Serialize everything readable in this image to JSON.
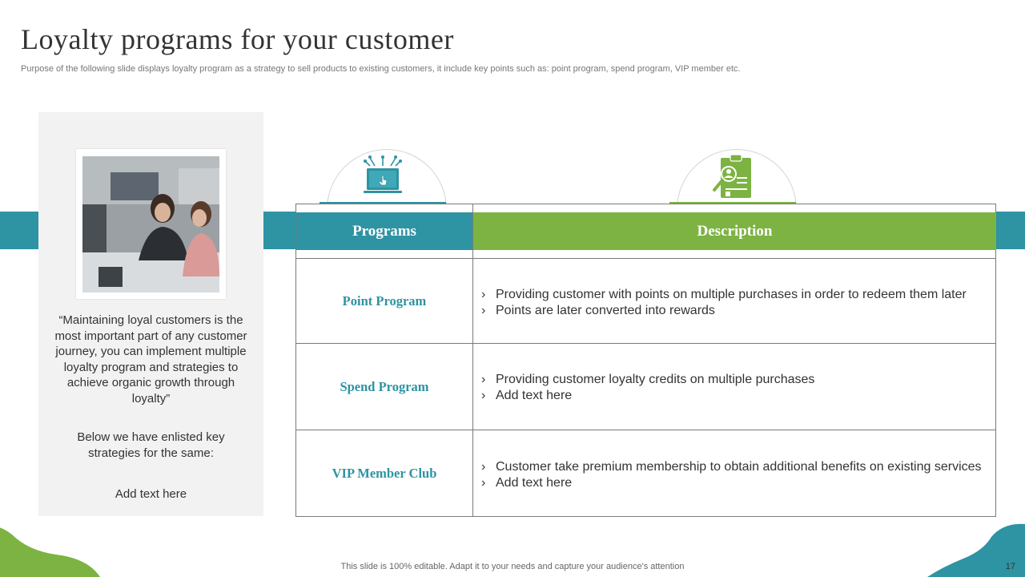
{
  "header": {
    "title": "Loyalty programs for your customer",
    "subtitle": "Purpose of the following slide displays loyalty program as a strategy to sell products to existing customers, it include key points such as: point program, spend program, VIP member etc."
  },
  "side_panel": {
    "quote": "“Maintaining loyal customers is the most important part of any customer journey, you can implement multiple loyalty program and strategies to achieve organic growth through loyalty”",
    "below_text": "Below we have enlisted key strategies for the same:",
    "add_text": "Add text here"
  },
  "table": {
    "headers": {
      "programs": "Programs",
      "description": "Description"
    },
    "rows": [
      {
        "program": "Point Program",
        "bullets": [
          "Providing customer with points on multiple purchases in order to redeem them later",
          "Points are later converted into rewards"
        ]
      },
      {
        "program": "Spend Program",
        "bullets": [
          "Providing customer loyalty  credits on multiple purchases",
          "Add text here"
        ]
      },
      {
        "program": "VIP Member Club",
        "bullets": [
          "Customer take premium membership to obtain additional benefits on existing services",
          "Add text here"
        ]
      }
    ]
  },
  "icons": {
    "programs": "laptop-click-icon",
    "description": "clipboard-search-icon"
  },
  "colors": {
    "teal": "#2e93a3",
    "green": "#7cb342",
    "panel": "#f2f2f2"
  },
  "footer": {
    "note": "This slide is 100% editable. Adapt it to your needs and capture your audience's attention",
    "page_number": "17"
  }
}
